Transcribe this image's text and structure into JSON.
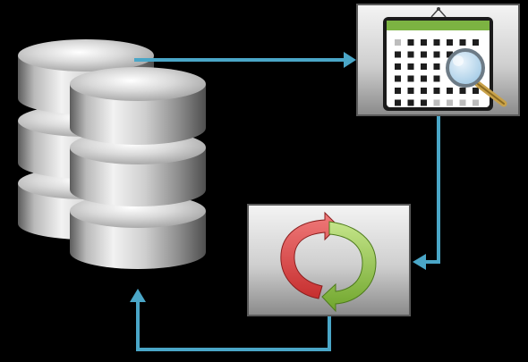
{
  "colors": {
    "background": "#000000",
    "connector": "#4aa6c7",
    "panel_light": "#f2f2f2",
    "panel_dark": "#7c7c7c",
    "calendar_header": "#7cb342",
    "cycle_arrow_red": "#e04848",
    "cycle_arrow_green": "#8cc63f",
    "database_metal": "#c8c8c8"
  },
  "nodes": [
    {
      "id": "database",
      "icon": "database-stack-icon"
    },
    {
      "id": "scheduler",
      "icon": "calendar-search-icon"
    },
    {
      "id": "processing",
      "icon": "refresh-cycle-icon"
    }
  ],
  "flows": [
    {
      "from": "database",
      "to": "scheduler"
    },
    {
      "from": "scheduler",
      "to": "processing"
    },
    {
      "from": "processing",
      "to": "database"
    }
  ]
}
